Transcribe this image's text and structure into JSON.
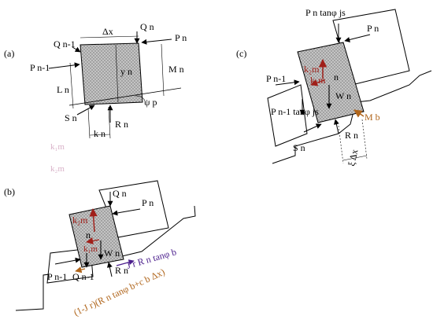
{
  "panels": {
    "a": {
      "tag": "(a)",
      "labels": {
        "dx": "Δx",
        "q_left": "Q n-1",
        "q_right": "Q n",
        "p_left": "P n-1",
        "p_right": "P n",
        "m": "M n",
        "l": "L n",
        "y": "y n",
        "psi": "ψ p",
        "s": "S n",
        "r": "R n",
        "k": "k n"
      },
      "faint_left": "k₁m",
      "faint_right": "k₂m"
    },
    "b": {
      "tag": "(b)",
      "labels": {
        "q_top": "Q n",
        "p_right": "P n",
        "k2m": "k₂m",
        "k1m": "k₁m",
        "n": "n",
        "w": "W n",
        "p_left": "P n-1",
        "q_left": "Q n-1",
        "r": "R n",
        "jr": "J r R n tanφ b",
        "friction": "(1-J r)(R n tanφ b+c b Δx)"
      }
    },
    "c": {
      "tag": "(c)",
      "labels": {
        "top": "P n tanφ js",
        "p_right": "P n",
        "k2m": "k₂m",
        "k1m": "k₁m",
        "n": "n",
        "w": "W n",
        "p_left": "P n-1",
        "p_left_tan": "P n-1 tanφ js",
        "mb": "M b",
        "r": "R n",
        "s": "S n",
        "xi": "ξ Δx"
      }
    }
  },
  "colors": {
    "block_fill": "#b3b3b3",
    "hatch": "#6d6d6d",
    "red_arrow": "#a0201a",
    "purple": "#4a1d8c",
    "brown": "#b0651b"
  }
}
